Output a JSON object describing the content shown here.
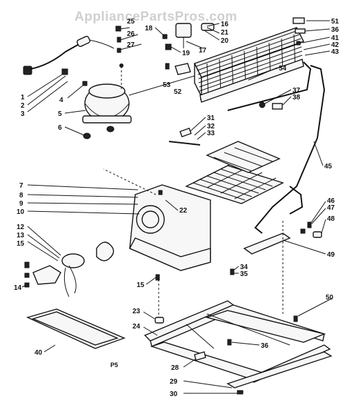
{
  "diagram": {
    "watermark": "AppliancePartsPros.com",
    "page_ref": "P5",
    "labels": [
      {
        "id": "1",
        "text": "1"
      },
      {
        "id": "2",
        "text": "2"
      },
      {
        "id": "3",
        "text": "3"
      },
      {
        "id": "4",
        "text": "4"
      },
      {
        "id": "5",
        "text": "5"
      },
      {
        "id": "6",
        "text": "6"
      },
      {
        "id": "7",
        "text": "7"
      },
      {
        "id": "8",
        "text": "8"
      },
      {
        "id": "9",
        "text": "9"
      },
      {
        "id": "10",
        "text": "10"
      },
      {
        "id": "12",
        "text": "12"
      },
      {
        "id": "13",
        "text": "13"
      },
      {
        "id": "14",
        "text": "14"
      },
      {
        "id": "15a",
        "text": "15"
      },
      {
        "id": "15b",
        "text": "15"
      },
      {
        "id": "16",
        "text": "16"
      },
      {
        "id": "17",
        "text": "17"
      },
      {
        "id": "18",
        "text": "18"
      },
      {
        "id": "19",
        "text": "19"
      },
      {
        "id": "20",
        "text": "20"
      },
      {
        "id": "21",
        "text": "21"
      },
      {
        "id": "22",
        "text": "22"
      },
      {
        "id": "23",
        "text": "23"
      },
      {
        "id": "24",
        "text": "24"
      },
      {
        "id": "25",
        "text": "25"
      },
      {
        "id": "26",
        "text": "26"
      },
      {
        "id": "27",
        "text": "27"
      },
      {
        "id": "28",
        "text": "28"
      },
      {
        "id": "29",
        "text": "29"
      },
      {
        "id": "30",
        "text": "30"
      },
      {
        "id": "31",
        "text": "31"
      },
      {
        "id": "32",
        "text": "32"
      },
      {
        "id": "33",
        "text": "33"
      },
      {
        "id": "34",
        "text": "34"
      },
      {
        "id": "35",
        "text": "35"
      },
      {
        "id": "36a",
        "text": "36"
      },
      {
        "id": "36b",
        "text": "36"
      },
      {
        "id": "37",
        "text": "37"
      },
      {
        "id": "38",
        "text": "38"
      },
      {
        "id": "40",
        "text": "40"
      },
      {
        "id": "41",
        "text": "41"
      },
      {
        "id": "42",
        "text": "42"
      },
      {
        "id": "43",
        "text": "43"
      },
      {
        "id": "45",
        "text": "45"
      },
      {
        "id": "46",
        "text": "46"
      },
      {
        "id": "47",
        "text": "47"
      },
      {
        "id": "48",
        "text": "48"
      },
      {
        "id": "49",
        "text": "49"
      },
      {
        "id": "50",
        "text": "50"
      },
      {
        "id": "51",
        "text": "51"
      },
      {
        "id": "52",
        "text": "52"
      },
      {
        "id": "53",
        "text": "53"
      },
      {
        "id": "54",
        "text": "54"
      }
    ]
  }
}
